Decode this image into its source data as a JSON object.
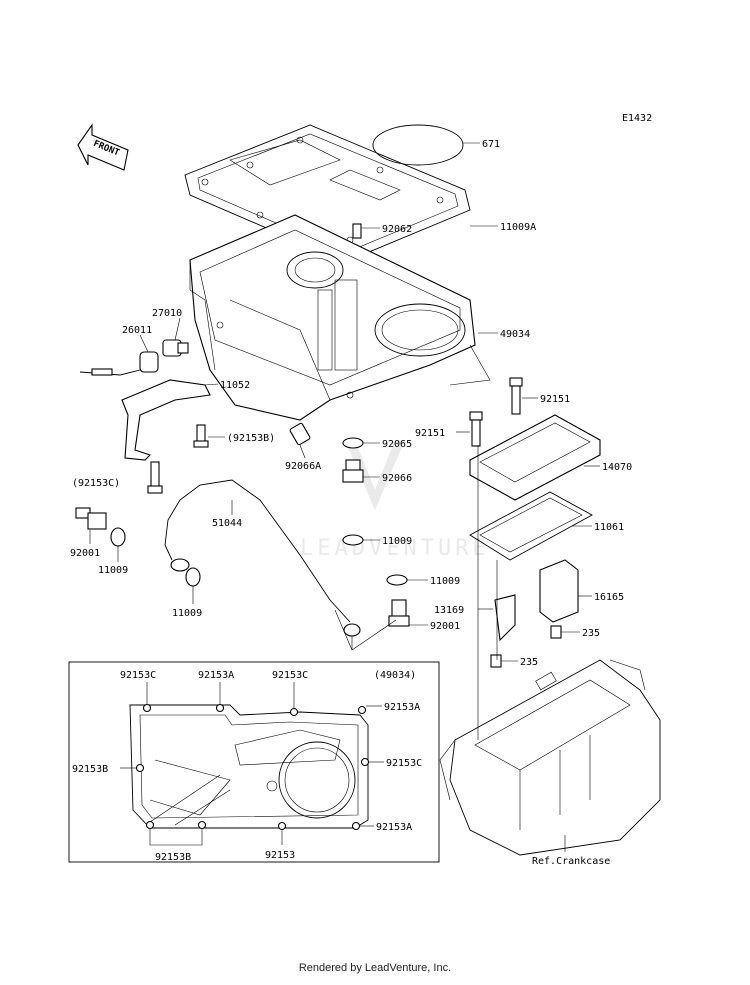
{
  "diagram_code": "E1432",
  "front_label": "FRONT",
  "watermark": "LEADVENTURE",
  "footer": "Rendered by LeadVenture, Inc.",
  "callouts": {
    "p671": "671",
    "p11009A": "11009A",
    "p92062": "92062",
    "p49034": "49034",
    "p27010": "27010",
    "p26011": "26011",
    "p11052": "11052",
    "p92153B_paren": "(92153B)",
    "p92066A": "92066A",
    "p92065": "92065",
    "p92066": "92066",
    "p92151a": "92151",
    "p92151b": "92151",
    "p14070": "14070",
    "p92153C_paren": "(92153C)",
    "p51044": "51044",
    "p92001a": "92001",
    "p11009a": "11009",
    "p11009b": "11009",
    "p11009c": "11009",
    "p11009d": "11009",
    "p11061": "11061",
    "p13169": "13169",
    "p16165": "16165",
    "p92001b": "92001",
    "p235a": "235",
    "p235b": "235",
    "ref_crankcase": "Ref.Crankcase"
  },
  "inset": {
    "title": "(49034)",
    "labels": {
      "c1": "92153C",
      "a1": "92153A",
      "c2": "92153C",
      "a2": "92153A",
      "b1": "92153B",
      "c3": "92153C",
      "a3": "92153A",
      "b2": "92153B",
      "n1": "92153"
    }
  }
}
